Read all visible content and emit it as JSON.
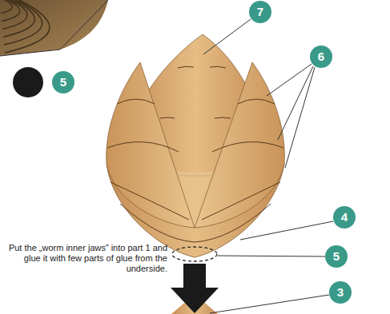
{
  "diagram": {
    "labels": [
      "7",
      "6",
      "5",
      "4",
      "5",
      "3",
      "Put the „worm inner jaws” into part 1 and glue it with few parts of glue from the underside."
    ]
  }
}
